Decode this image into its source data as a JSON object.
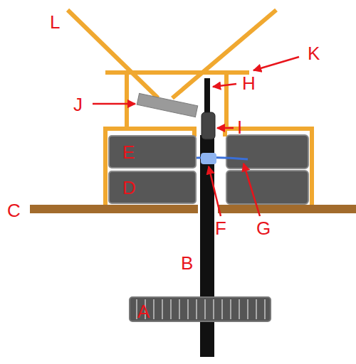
{
  "diagram": {
    "nodes": [
      {
        "text": [
          "E"
        ]
      },
      {
        "text": [
          "D"
        ]
      }
    ],
    "labels": [
      "L",
      "K",
      "J",
      "H",
      "I",
      "F",
      "G",
      "C",
      "B",
      "A"
    ]
  }
}
